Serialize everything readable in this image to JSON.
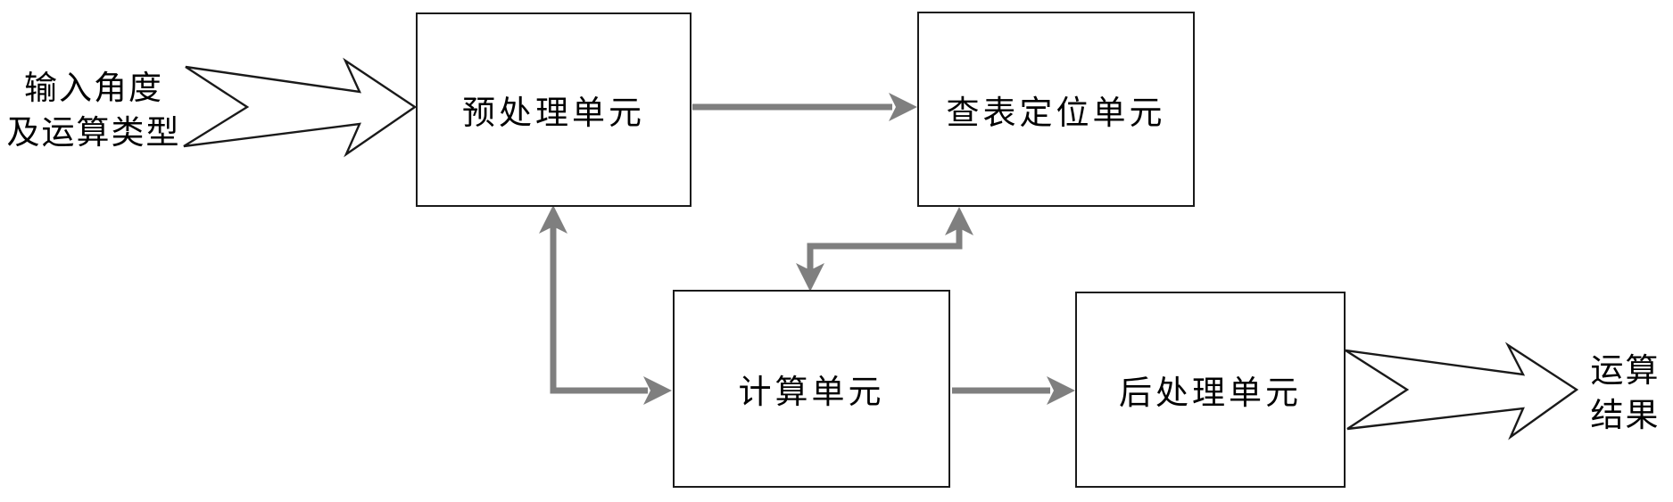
{
  "diagram": {
    "colors": {
      "bg_color": "#ffffff",
      "line_color": "#1a1a1a",
      "connector_color": "#7f7f7f",
      "text_color": "#000000"
    },
    "input_label": {
      "line1": "输入角度",
      "line2": "及运算类型"
    },
    "output_label": {
      "line1": "运算",
      "line2": "结果"
    },
    "boxes": {
      "preprocess": {
        "label": "预处理单元"
      },
      "lookup": {
        "label": "查表定位单元"
      },
      "compute": {
        "label": "计算单元"
      },
      "postprocess": {
        "label": "后处理单元"
      }
    }
  }
}
